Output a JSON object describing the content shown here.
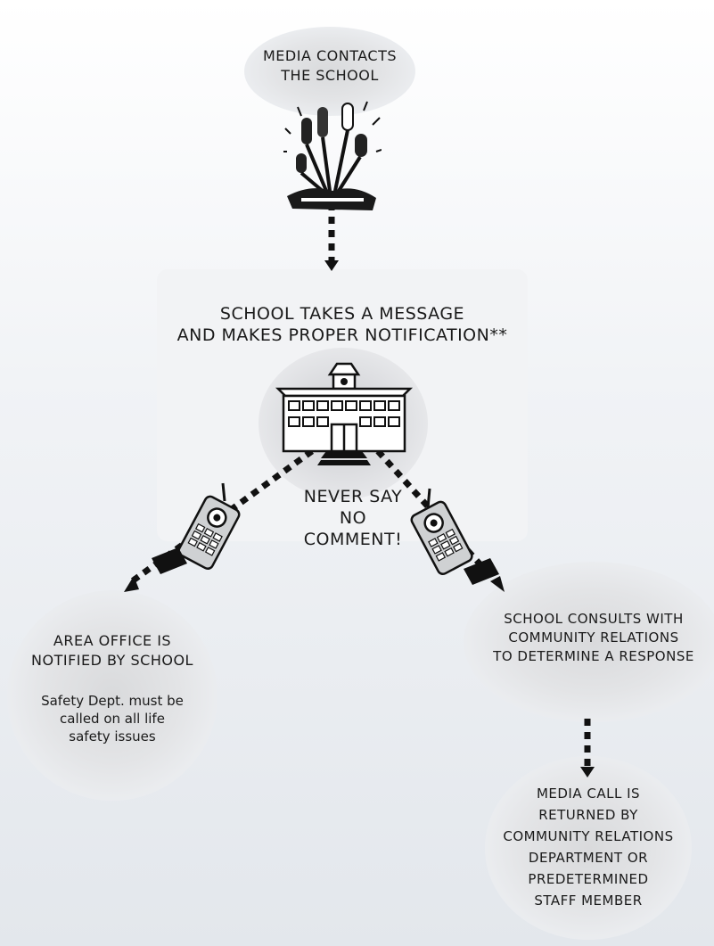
{
  "nodes": {
    "media_contacts": "MEDIA CONTACTS\nTHE SCHOOL",
    "school_message": "SCHOOL TAKES A MESSAGE\nAND MAKES PROPER NOTIFICATION**",
    "never_say": "NEVER SAY\nNO COMMENT!",
    "area_office": "AREA OFFICE IS\nNOTIFIED BY SCHOOL",
    "safety_note": "Safety Dept. must be\ncalled on all life\nsafety issues",
    "consults": "SCHOOL CONSULTS WITH\nCOMMUNITY RELATIONS\nTO DETERMINE A RESPONSE",
    "media_returned": "MEDIA CALL IS\nRETURNED BY\nCOMMUNITY RELATIONS\nDEPARTMENT  OR\nPREDETERMINED\nSTAFF MEMBER"
  },
  "icons": [
    "microphones-icon",
    "school-building-icon",
    "walkie-talkie-icon",
    "walkie-talkie-icon"
  ],
  "colors": {
    "ink": "#111111",
    "bubble": "#dcdddf",
    "panel": "#f2f3f5"
  }
}
